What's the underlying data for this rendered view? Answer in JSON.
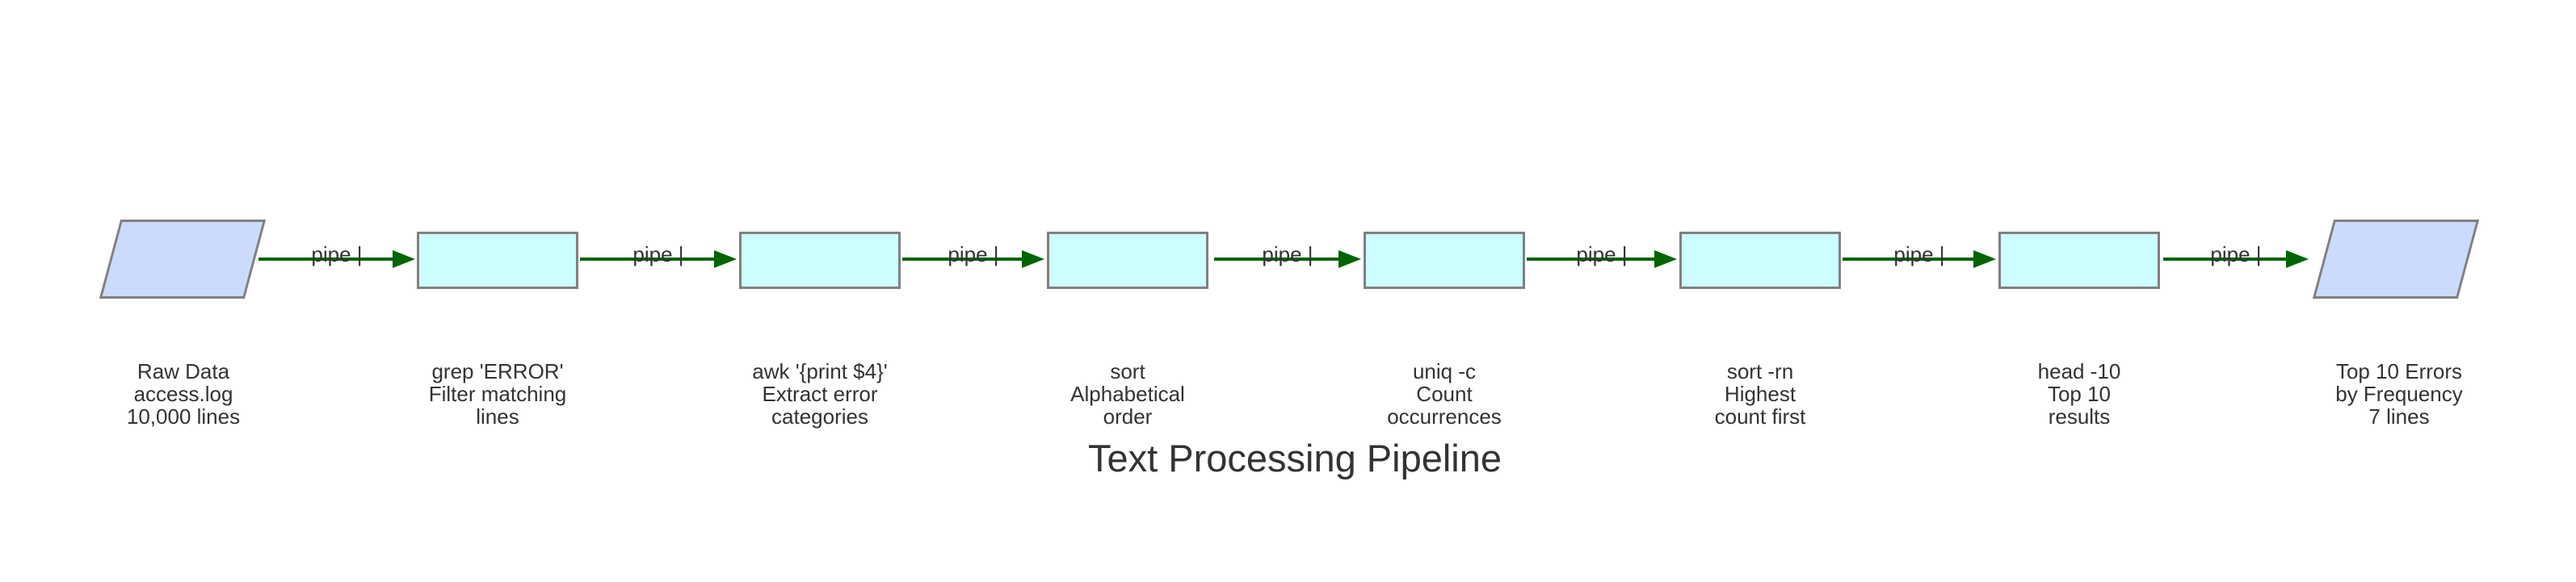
{
  "title": "Text Processing Pipeline",
  "colors": {
    "io-fill": "#ccdafb",
    "process-fill": "#ccfeff",
    "border": "#808080",
    "arrow": "#006400",
    "text": "#333333"
  },
  "nodes": [
    {
      "id": "input",
      "shape": "parallelogram",
      "lines": [
        "Raw Data",
        "access.log",
        "10,000 lines"
      ]
    },
    {
      "id": "grep",
      "shape": "rectangle",
      "lines": [
        "grep 'ERROR'",
        "Filter matching",
        "lines"
      ]
    },
    {
      "id": "awk",
      "shape": "rectangle",
      "lines": [
        "awk '{print $4}'",
        "Extract error",
        "categories"
      ]
    },
    {
      "id": "sort",
      "shape": "rectangle",
      "lines": [
        "sort",
        "Alphabetical",
        "order"
      ]
    },
    {
      "id": "uniq",
      "shape": "rectangle",
      "lines": [
        "uniq -c",
        "Count",
        "occurrences"
      ]
    },
    {
      "id": "sort-rn",
      "shape": "rectangle",
      "lines": [
        "sort -rn",
        "Highest",
        "count first"
      ]
    },
    {
      "id": "head",
      "shape": "rectangle",
      "lines": [
        "head -10",
        "Top 10",
        "results"
      ]
    },
    {
      "id": "output",
      "shape": "parallelogram",
      "lines": [
        "Top 10 Errors",
        "by Frequency",
        "7 lines"
      ]
    }
  ],
  "edges": [
    {
      "label": "pipe |"
    },
    {
      "label": "pipe |"
    },
    {
      "label": "pipe |"
    },
    {
      "label": "pipe |"
    },
    {
      "label": "pipe |"
    },
    {
      "label": "pipe |"
    },
    {
      "label": "pipe |"
    }
  ]
}
